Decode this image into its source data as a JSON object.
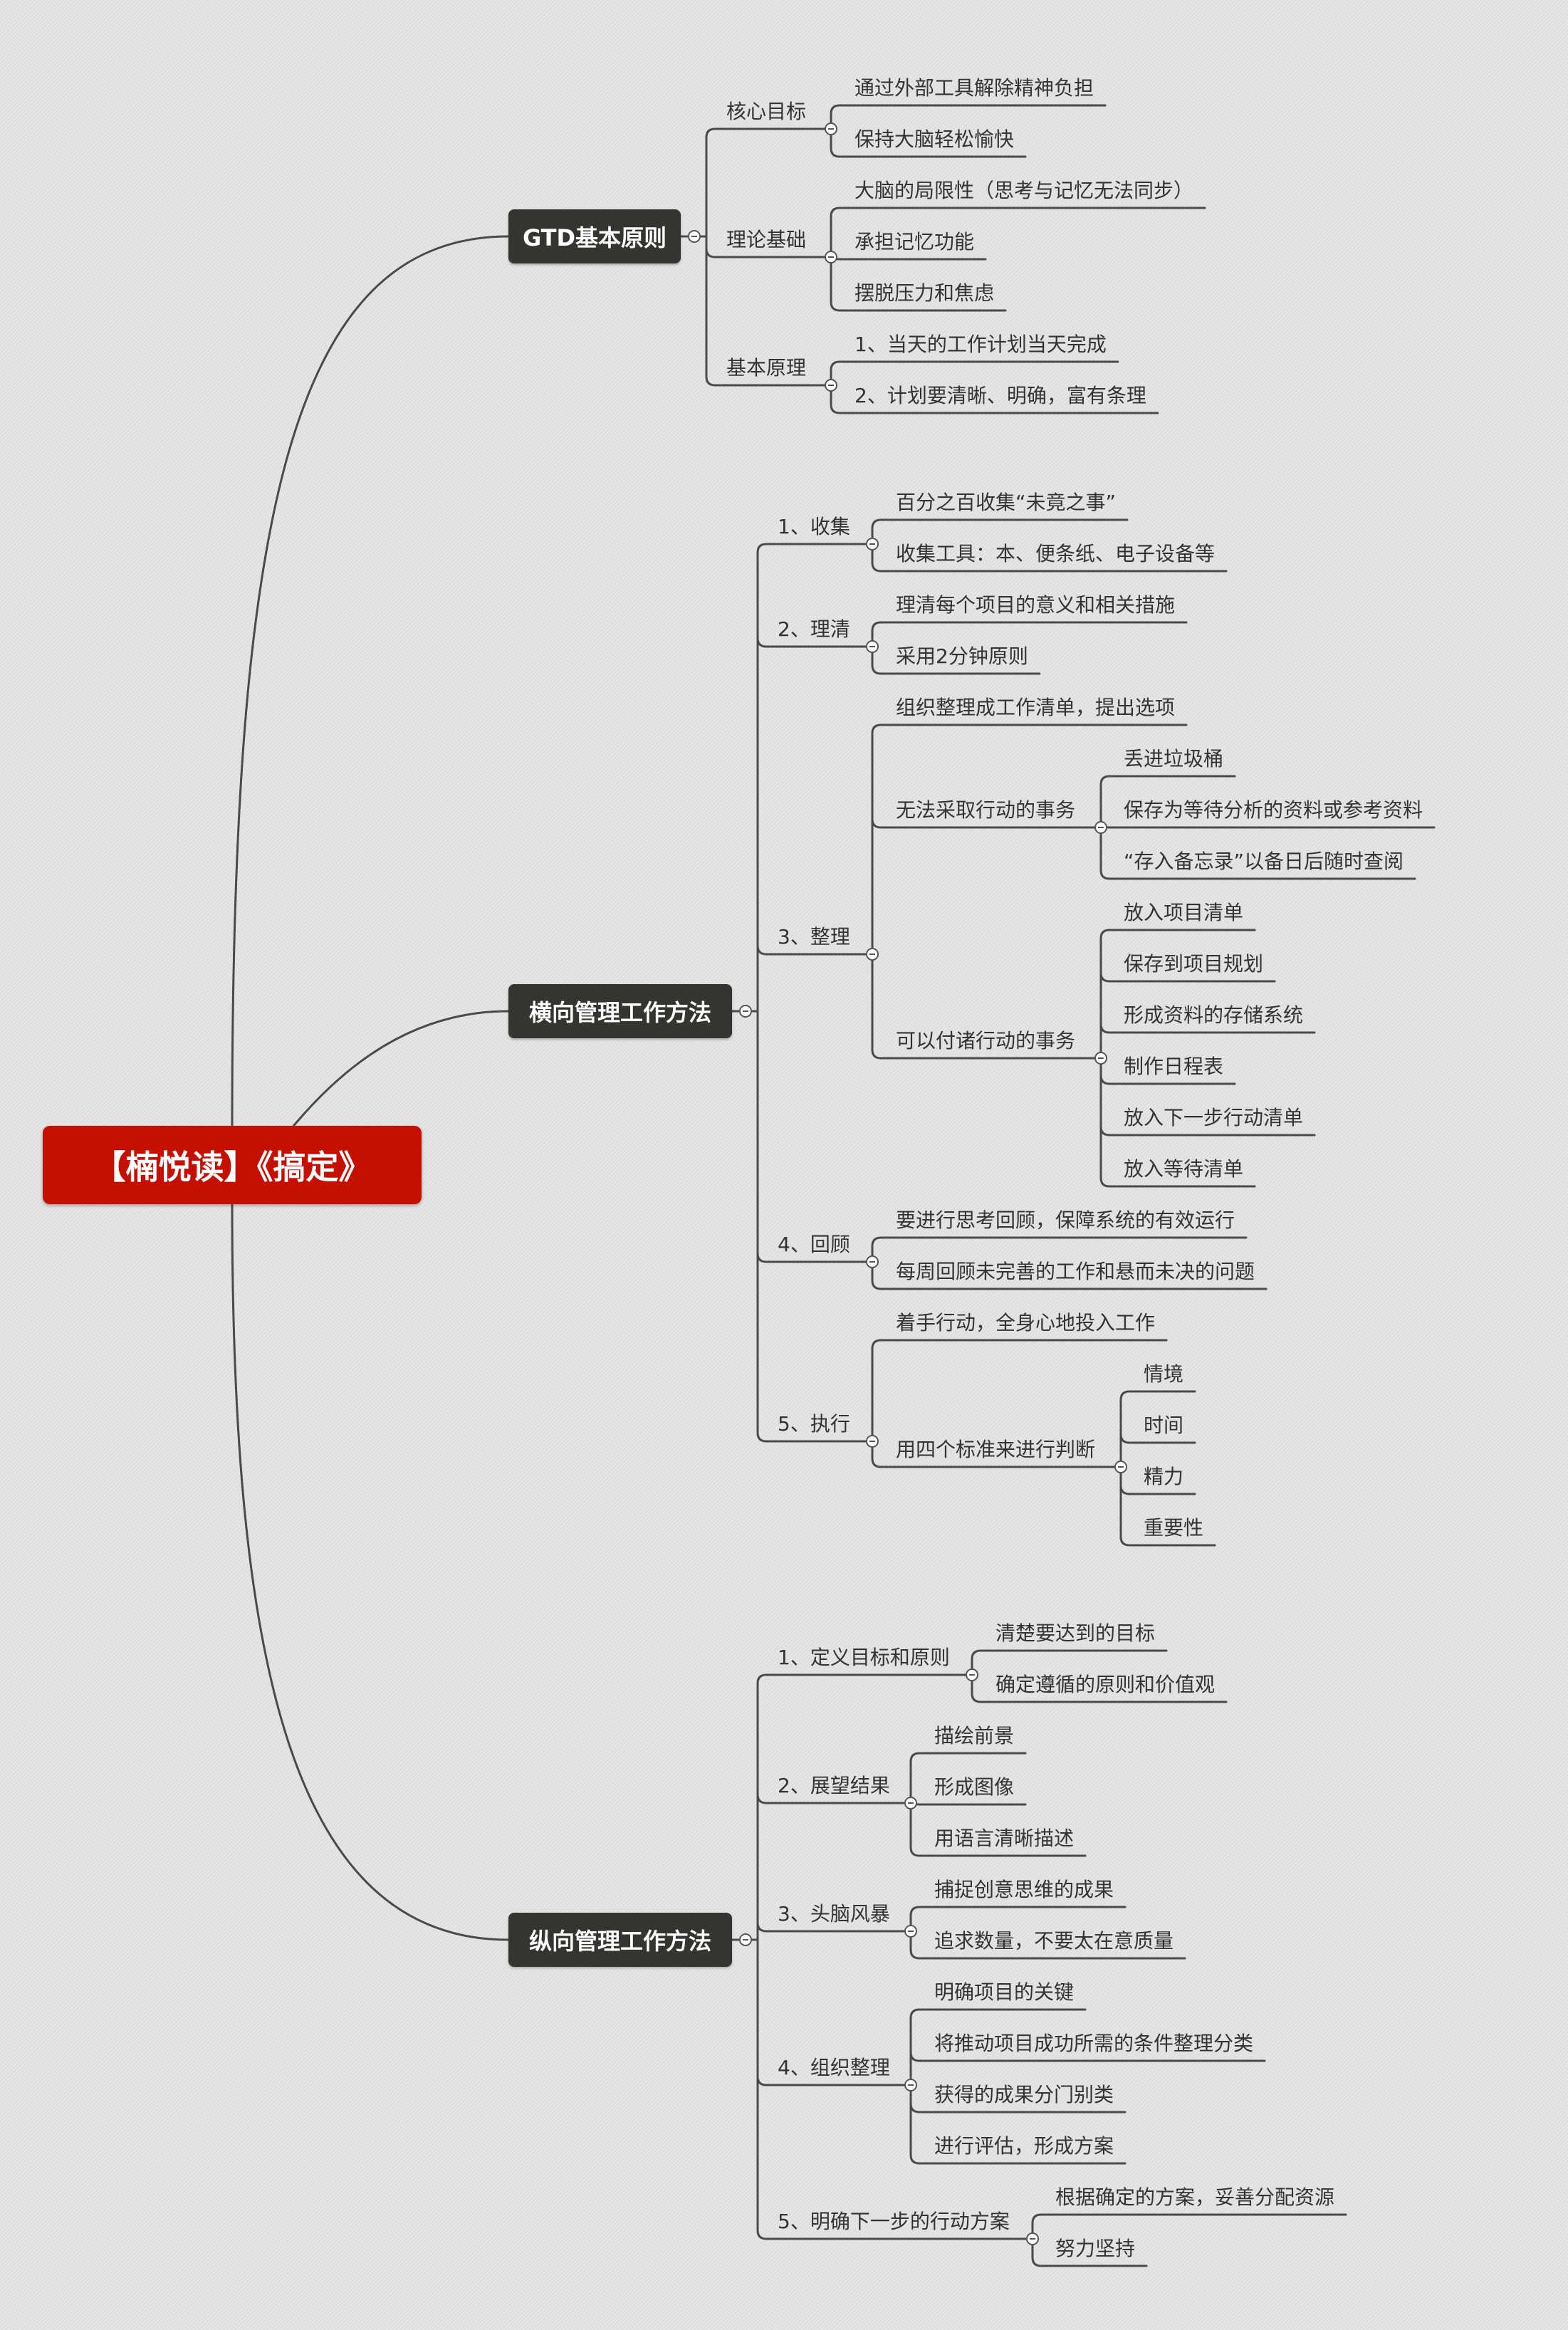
{
  "root": "【楠悦读】《搞定》",
  "branches": [
    {
      "label": "GTD基本原则",
      "children": [
        {
          "label": "核心目标",
          "children": [
            {
              "label": "通过外部工具解除精神负担"
            },
            {
              "label": "保持大脑轻松愉快"
            }
          ]
        },
        {
          "label": "理论基础",
          "children": [
            {
              "label": "大脑的局限性（思考与记忆无法同步）"
            },
            {
              "label": "承担记忆功能"
            },
            {
              "label": "摆脱压力和焦虑"
            }
          ]
        },
        {
          "label": "基本原理",
          "children": [
            {
              "label": "1、当天的工作计划当天完成"
            },
            {
              "label": "2、计划要清晰、明确，富有条理"
            }
          ]
        }
      ]
    },
    {
      "label": "横向管理工作方法",
      "children": [
        {
          "label": "1、收集",
          "children": [
            {
              "label": "百分之百收集“未竟之事”"
            },
            {
              "label": "收集工具：本、便条纸、电子设备等"
            }
          ]
        },
        {
          "label": "2、理清",
          "children": [
            {
              "label": "理清每个项目的意义和相关措施"
            },
            {
              "label": "采用2分钟原则"
            }
          ]
        },
        {
          "label": "3、整理",
          "children": [
            {
              "label": "组织整理成工作清单，提出选项"
            },
            {
              "label": "无法采取行动的事务",
              "children": [
                {
                  "label": "丢进垃圾桶"
                },
                {
                  "label": "保存为等待分析的资料或参考资料"
                },
                {
                  "label": "“存入备忘录”以备日后随时查阅"
                }
              ]
            },
            {
              "label": "可以付诸行动的事务",
              "children": [
                {
                  "label": "放入项目清单"
                },
                {
                  "label": "保存到项目规划"
                },
                {
                  "label": "形成资料的存储系统"
                },
                {
                  "label": "制作日程表"
                },
                {
                  "label": "放入下一步行动清单"
                },
                {
                  "label": "放入等待清单"
                }
              ]
            }
          ]
        },
        {
          "label": "4、回顾",
          "children": [
            {
              "label": "要进行思考回顾，保障系统的有效运行"
            },
            {
              "label": "每周回顾未完善的工作和悬而未决的问题"
            }
          ]
        },
        {
          "label": "5、执行",
          "children": [
            {
              "label": "着手行动，全身心地投入工作"
            },
            {
              "label": "用四个标准来进行判断",
              "children": [
                {
                  "label": "情境"
                },
                {
                  "label": "时间"
                },
                {
                  "label": "精力"
                },
                {
                  "label": "重要性"
                }
              ]
            }
          ]
        }
      ]
    },
    {
      "label": "纵向管理工作方法",
      "children": [
        {
          "label": "1、定义目标和原则",
          "children": [
            {
              "label": "清楚要达到的目标"
            },
            {
              "label": "确定遵循的原则和价值观"
            }
          ]
        },
        {
          "label": "2、展望结果",
          "children": [
            {
              "label": "描绘前景"
            },
            {
              "label": "形成图像"
            },
            {
              "label": "用语言清晰描述"
            }
          ]
        },
        {
          "label": "3、头脑风暴",
          "children": [
            {
              "label": "捕捉创意思维的成果"
            },
            {
              "label": "追求数量，不要太在意质量"
            }
          ]
        },
        {
          "label": "4、组织整理",
          "children": [
            {
              "label": "明确项目的关键"
            },
            {
              "label": "将推动项目成功所需的条件整理分类"
            },
            {
              "label": "获得的成果分门别类"
            },
            {
              "label": "进行评估，形成方案"
            }
          ]
        },
        {
          "label": "5、明确下一步的行动方案",
          "children": [
            {
              "label": "根据确定的方案，妥善分配资源"
            },
            {
              "label": "努力坚持"
            }
          ]
        }
      ]
    }
  ]
}
